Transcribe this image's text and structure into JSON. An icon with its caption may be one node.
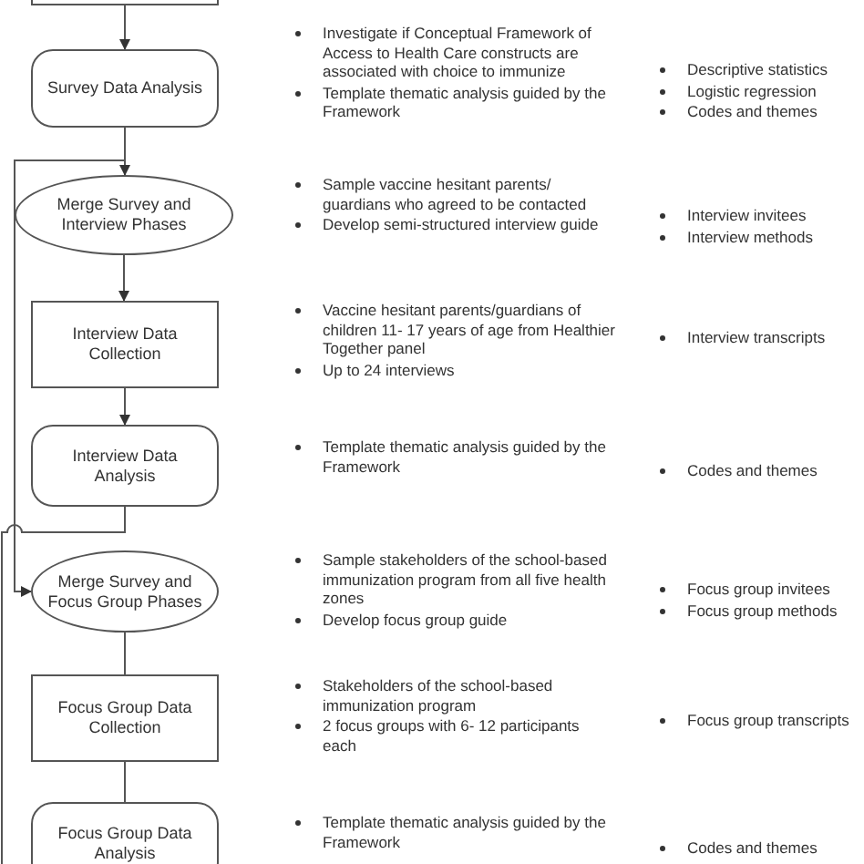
{
  "diagram": {
    "nodes": [
      {
        "text": [],
        "shape": "box"
      },
      {
        "text": [
          "Survey Data Analysis"
        ]
      },
      {
        "text": [
          "Merge Survey and Interview Phases"
        ]
      },
      {
        "text": [
          "Interview Data Collection"
        ]
      },
      {
        "text": [
          "Interview Data Analysis"
        ]
      },
      {
        "text": [
          "Merge Survey and Focus Group Phases"
        ]
      },
      {
        "text": [
          "Focus Group Data Collection"
        ]
      },
      {
        "text": [
          "Focus Group Data Analysis"
        ]
      }
    ],
    "edges": [
      {
        "from": 0,
        "to": 1,
        "arrow": "to"
      },
      {
        "from": 1,
        "to": 2,
        "arrow": "to"
      },
      {
        "from": 1,
        "to": 5,
        "arrow": "to"
      },
      {
        "from": 2,
        "to": 3,
        "arrow": "to"
      },
      {
        "from": 3,
        "to": 4,
        "arrow": "to"
      },
      {
        "from": 4,
        "to": null,
        "arrow": "none"
      },
      {
        "from": 5,
        "to": 6,
        "arrow": "none"
      },
      {
        "from": 6,
        "to": 7,
        "arrow": "none"
      }
    ],
    "labels": [
      "Investigate if Conceptual Framework of Access to Health Care constructs are associated with choice to immunize",
      "Template thematic analysis guided by the Framework",
      "Descriptive statistics",
      "Logistic regression",
      "Codes and themes",
      "Sample vaccine hesitant parents/ guardians who agreed to be contacted",
      "Develop semi-structured interview guide",
      "Interview invitees",
      "Interview methods",
      "Vaccine hesitant parents/guardians of children 11- 17 years of age from Healthier Together panel",
      "Up to 24 interviews",
      "Interview transcripts",
      "Template thematic analysis guided by the Framework",
      "Codes and themes",
      "Sample stakeholders of the school-based immunization program from all five health zones",
      "Develop focus group guide",
      "Focus group invitees",
      "Focus group methods",
      "Stakeholders of the school-based immunization program",
      "2 focus groups with 6- 12 participants each",
      "Focus group transcripts",
      "Template thematic analysis guided by the Framework",
      "Codes and themes"
    ]
  }
}
